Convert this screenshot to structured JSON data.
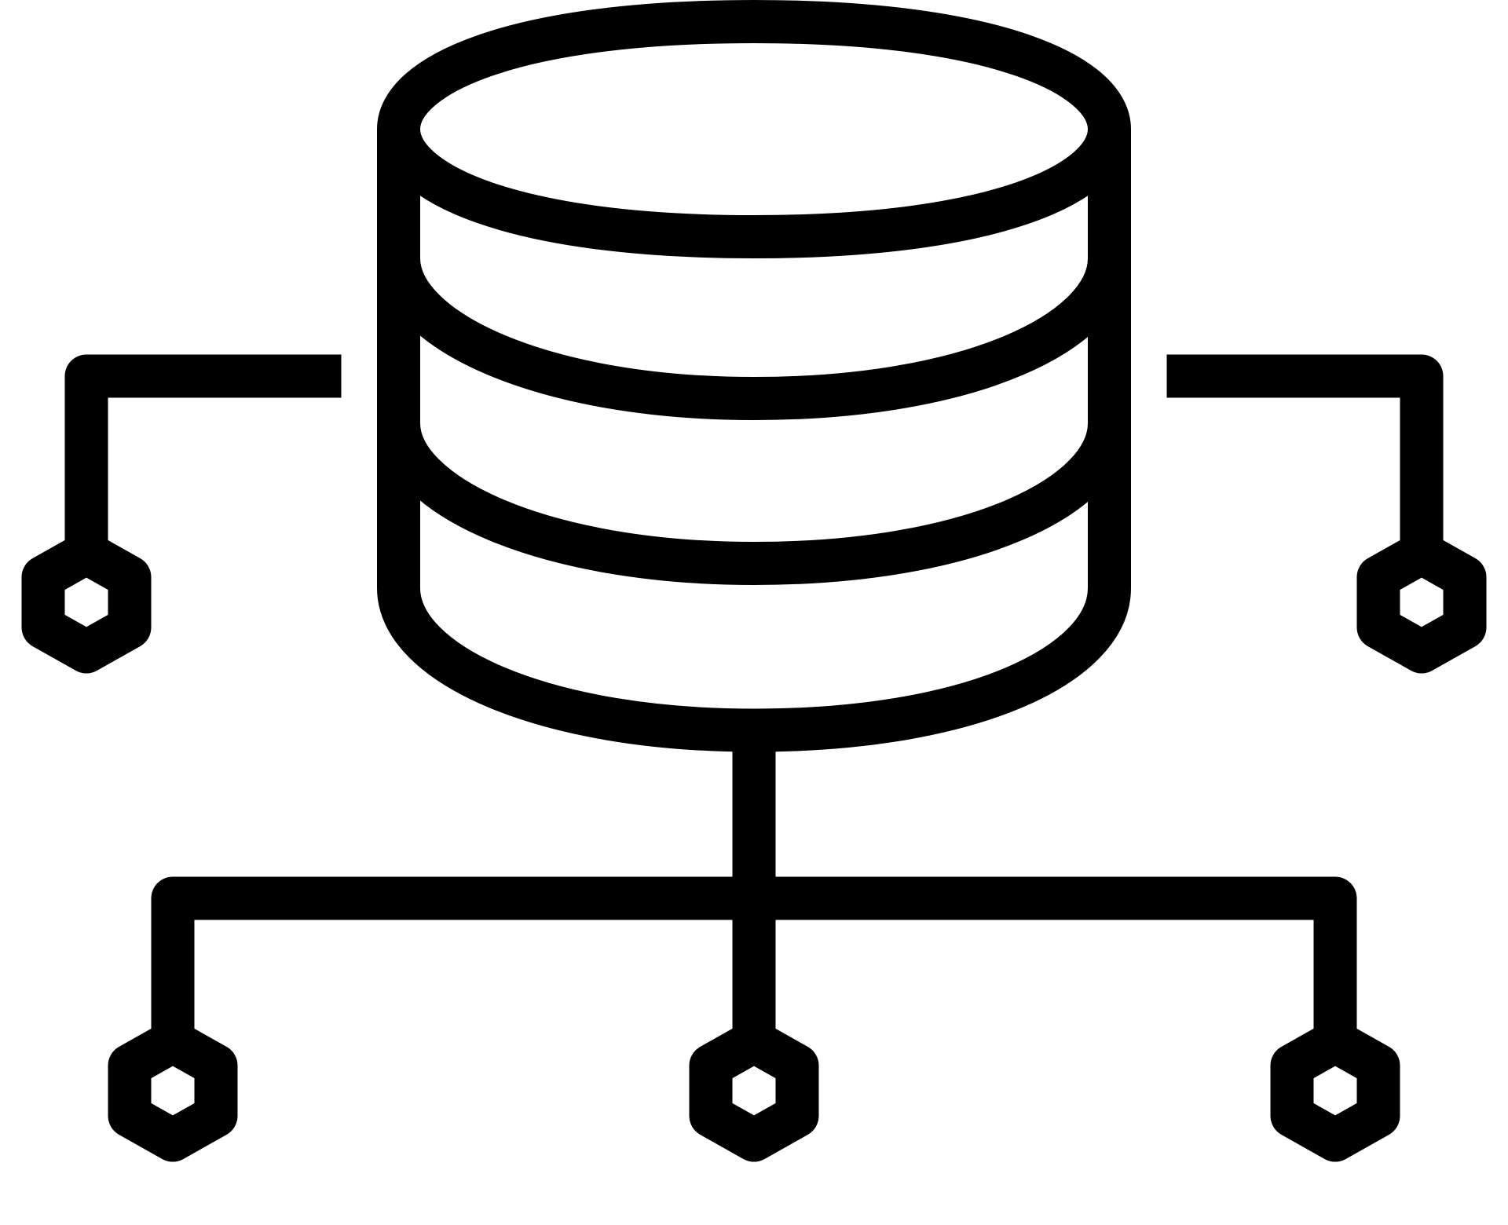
{
  "icon": {
    "name": "database-network-icon",
    "style": "line-art",
    "stroke_color": "#000000",
    "background_color": "#ffffff"
  },
  "database": {
    "icon": "database-cylinder-icon",
    "layers": 3
  },
  "nodes": [
    {
      "name": "node-left",
      "icon": "hexagon-icon"
    },
    {
      "name": "node-right",
      "icon": "hexagon-icon"
    },
    {
      "name": "node-bottom-left",
      "icon": "hexagon-icon"
    },
    {
      "name": "node-bottom-center",
      "icon": "hexagon-icon"
    },
    {
      "name": "node-bottom-right",
      "icon": "hexagon-icon"
    }
  ],
  "connectors": [
    "connector-left",
    "connector-right",
    "connector-trunk",
    "connector-bus",
    "connector-bottom-left",
    "connector-bottom-right"
  ]
}
